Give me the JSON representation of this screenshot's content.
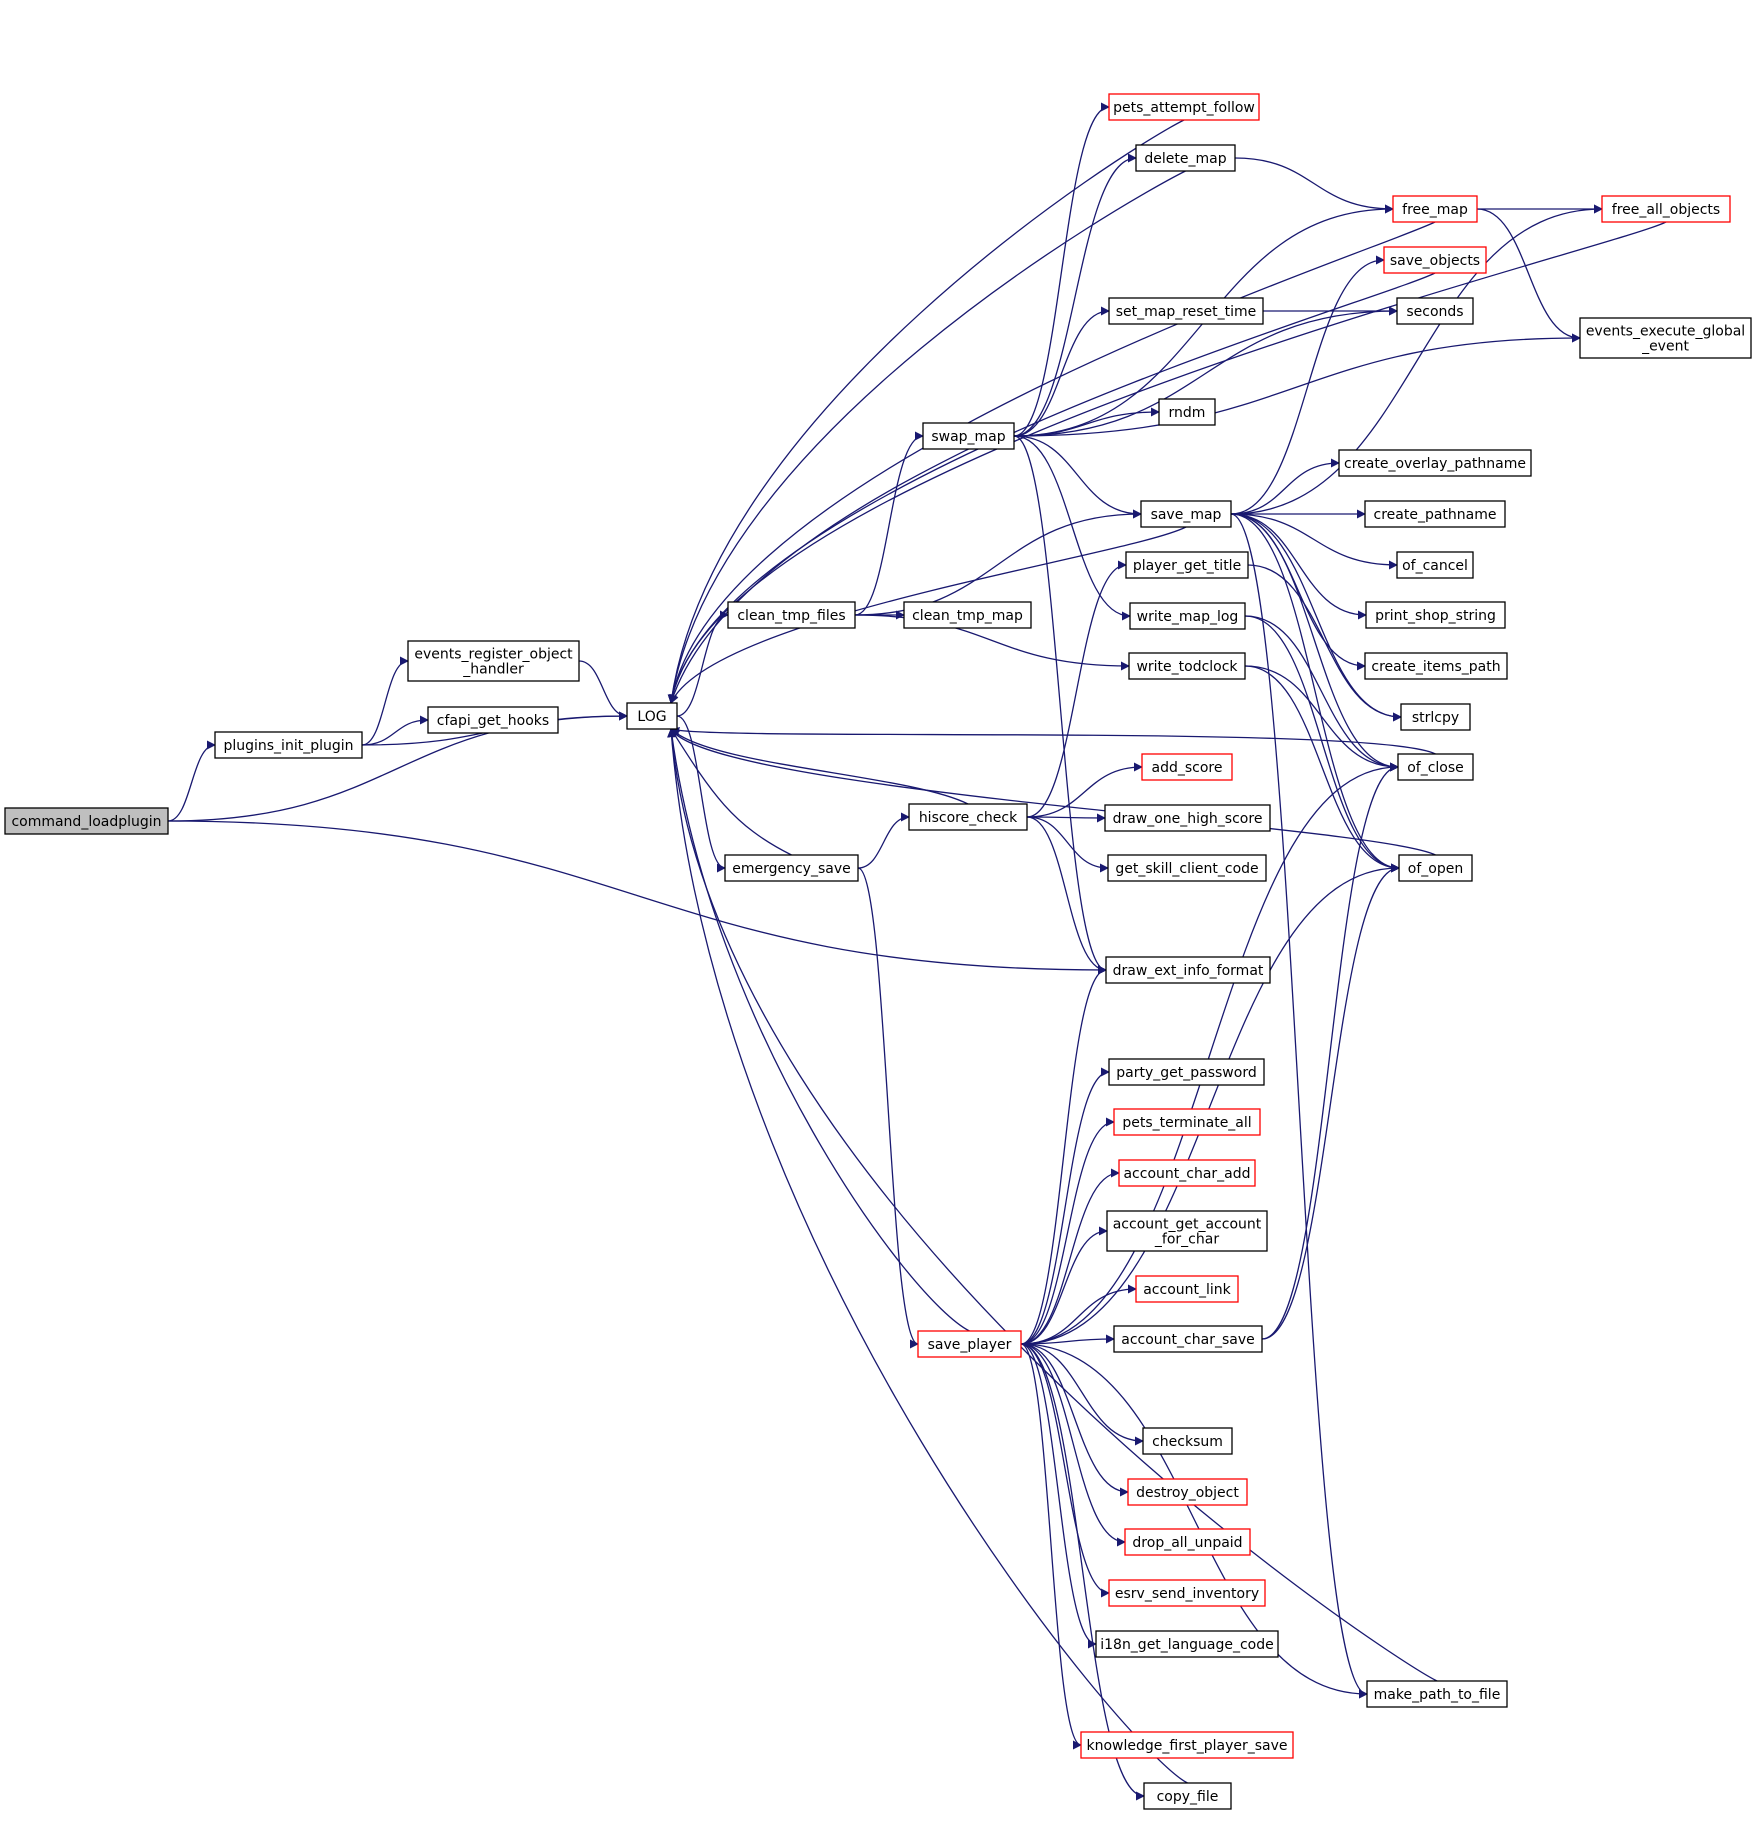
{
  "nodes": [
    {
      "id": "command_loadplugin",
      "lines": [
        "command_loadplugin"
      ],
      "style": "root"
    },
    {
      "id": "plugins_init_plugin",
      "lines": [
        "plugins_init_plugin"
      ],
      "style": "normal"
    },
    {
      "id": "events_register_object_handler",
      "lines": [
        "events_register_object",
        "_handler"
      ],
      "style": "normal"
    },
    {
      "id": "cfapi_get_hooks",
      "lines": [
        "cfapi_get_hooks"
      ],
      "style": "normal"
    },
    {
      "id": "LOG",
      "lines": [
        "LOG"
      ],
      "style": "normal"
    },
    {
      "id": "clean_tmp_files",
      "lines": [
        "clean_tmp_files"
      ],
      "style": "normal"
    },
    {
      "id": "clean_tmp_map",
      "lines": [
        "clean_tmp_map"
      ],
      "style": "normal"
    },
    {
      "id": "swap_map",
      "lines": [
        "swap_map"
      ],
      "style": "normal"
    },
    {
      "id": "emergency_save",
      "lines": [
        "emergency_save"
      ],
      "style": "normal"
    },
    {
      "id": "hiscore_check",
      "lines": [
        "hiscore_check"
      ],
      "style": "normal"
    },
    {
      "id": "save_player",
      "lines": [
        "save_player"
      ],
      "style": "truncated"
    },
    {
      "id": "pets_attempt_follow",
      "lines": [
        "pets_attempt_follow"
      ],
      "style": "truncated"
    },
    {
      "id": "delete_map",
      "lines": [
        "delete_map"
      ],
      "style": "normal"
    },
    {
      "id": "set_map_reset_time",
      "lines": [
        "set_map_reset_time"
      ],
      "style": "normal"
    },
    {
      "id": "rndm",
      "lines": [
        "rndm"
      ],
      "style": "normal"
    },
    {
      "id": "save_map",
      "lines": [
        "save_map"
      ],
      "style": "normal"
    },
    {
      "id": "player_get_title",
      "lines": [
        "player_get_title"
      ],
      "style": "normal"
    },
    {
      "id": "write_map_log",
      "lines": [
        "write_map_log"
      ],
      "style": "normal"
    },
    {
      "id": "write_todclock",
      "lines": [
        "write_todclock"
      ],
      "style": "normal"
    },
    {
      "id": "add_score",
      "lines": [
        "add_score"
      ],
      "style": "truncated"
    },
    {
      "id": "draw_one_high_score",
      "lines": [
        "draw_one_high_score"
      ],
      "style": "normal"
    },
    {
      "id": "get_skill_client_code",
      "lines": [
        "get_skill_client_code"
      ],
      "style": "normal"
    },
    {
      "id": "draw_ext_info_format",
      "lines": [
        "draw_ext_info_format"
      ],
      "style": "normal"
    },
    {
      "id": "party_get_password",
      "lines": [
        "party_get_password"
      ],
      "style": "normal"
    },
    {
      "id": "pets_terminate_all",
      "lines": [
        "pets_terminate_all"
      ],
      "style": "truncated"
    },
    {
      "id": "account_char_add",
      "lines": [
        "account_char_add"
      ],
      "style": "truncated"
    },
    {
      "id": "account_get_account_for_char",
      "lines": [
        "account_get_account",
        "_for_char"
      ],
      "style": "normal"
    },
    {
      "id": "account_link",
      "lines": [
        "account_link"
      ],
      "style": "truncated"
    },
    {
      "id": "account_char_save",
      "lines": [
        "account_char_save"
      ],
      "style": "normal"
    },
    {
      "id": "checksum",
      "lines": [
        "checksum"
      ],
      "style": "normal"
    },
    {
      "id": "destroy_object",
      "lines": [
        "destroy_object"
      ],
      "style": "truncated"
    },
    {
      "id": "drop_all_unpaid",
      "lines": [
        "drop_all_unpaid"
      ],
      "style": "truncated"
    },
    {
      "id": "esrv_send_inventory",
      "lines": [
        "esrv_send_inventory"
      ],
      "style": "truncated"
    },
    {
      "id": "i18n_get_language_code",
      "lines": [
        "i18n_get_language_code"
      ],
      "style": "normal"
    },
    {
      "id": "knowledge_first_player_save",
      "lines": [
        "knowledge_first_player_save"
      ],
      "style": "truncated"
    },
    {
      "id": "copy_file",
      "lines": [
        "copy_file"
      ],
      "style": "normal"
    },
    {
      "id": "free_map",
      "lines": [
        "free_map"
      ],
      "style": "truncated"
    },
    {
      "id": "save_objects",
      "lines": [
        "save_objects"
      ],
      "style": "truncated"
    },
    {
      "id": "seconds",
      "lines": [
        "seconds"
      ],
      "style": "normal"
    },
    {
      "id": "create_overlay_pathname",
      "lines": [
        "create_overlay_pathname"
      ],
      "style": "normal"
    },
    {
      "id": "create_pathname",
      "lines": [
        "create_pathname"
      ],
      "style": "normal"
    },
    {
      "id": "of_cancel",
      "lines": [
        "of_cancel"
      ],
      "style": "normal"
    },
    {
      "id": "print_shop_string",
      "lines": [
        "print_shop_string"
      ],
      "style": "normal"
    },
    {
      "id": "create_items_path",
      "lines": [
        "create_items_path"
      ],
      "style": "normal"
    },
    {
      "id": "strlcpy",
      "lines": [
        "strlcpy"
      ],
      "style": "normal"
    },
    {
      "id": "of_close",
      "lines": [
        "of_close"
      ],
      "style": "normal"
    },
    {
      "id": "of_open",
      "lines": [
        "of_open"
      ],
      "style": "normal"
    },
    {
      "id": "make_path_to_file",
      "lines": [
        "make_path_to_file"
      ],
      "style": "normal"
    },
    {
      "id": "free_all_objects",
      "lines": [
        "free_all_objects"
      ],
      "style": "truncated"
    },
    {
      "id": "events_execute_global_event",
      "lines": [
        "events_execute_global",
        "_event"
      ],
      "style": "normal"
    }
  ],
  "edges": [
    [
      "command_loadplugin",
      "plugins_init_plugin"
    ],
    [
      "command_loadplugin",
      "LOG"
    ],
    [
      "command_loadplugin",
      "draw_ext_info_format"
    ],
    [
      "plugins_init_plugin",
      "events_register_object_handler"
    ],
    [
      "plugins_init_plugin",
      "cfapi_get_hooks"
    ],
    [
      "plugins_init_plugin",
      "LOG"
    ],
    [
      "events_register_object_handler",
      "LOG"
    ],
    [
      "LOG",
      "clean_tmp_files"
    ],
    [
      "LOG",
      "emergency_save"
    ],
    [
      "clean_tmp_files",
      "swap_map"
    ],
    [
      "clean_tmp_files",
      "clean_tmp_map"
    ],
    [
      "clean_tmp_files",
      "save_map"
    ],
    [
      "clean_tmp_files",
      "write_todclock"
    ],
    [
      "swap_map",
      "LOG"
    ],
    [
      "swap_map",
      "pets_attempt_follow"
    ],
    [
      "swap_map",
      "delete_map"
    ],
    [
      "swap_map",
      "free_map"
    ],
    [
      "swap_map",
      "set_map_reset_time"
    ],
    [
      "swap_map",
      "seconds"
    ],
    [
      "swap_map",
      "rndm"
    ],
    [
      "swap_map",
      "events_execute_global_event"
    ],
    [
      "swap_map",
      "save_map"
    ],
    [
      "swap_map",
      "write_map_log"
    ],
    [
      "swap_map",
      "draw_ext_info_format"
    ],
    [
      "pets_attempt_follow",
      "LOG"
    ],
    [
      "delete_map",
      "LOG"
    ],
    [
      "delete_map",
      "free_map"
    ],
    [
      "free_map",
      "LOG"
    ],
    [
      "free_map",
      "free_all_objects"
    ],
    [
      "free_map",
      "events_execute_global_event"
    ],
    [
      "free_all_objects",
      "LOG"
    ],
    [
      "save_objects",
      "LOG"
    ],
    [
      "set_map_reset_time",
      "seconds"
    ],
    [
      "save_map",
      "LOG"
    ],
    [
      "save_map",
      "save_objects"
    ],
    [
      "save_map",
      "free_all_objects"
    ],
    [
      "save_map",
      "create_overlay_pathname"
    ],
    [
      "save_map",
      "create_pathname"
    ],
    [
      "save_map",
      "of_cancel"
    ],
    [
      "save_map",
      "print_shop_string"
    ],
    [
      "save_map",
      "create_items_path"
    ],
    [
      "save_map",
      "strlcpy"
    ],
    [
      "save_map",
      "of_close"
    ],
    [
      "save_map",
      "of_open"
    ],
    [
      "save_map",
      "make_path_to_file"
    ],
    [
      "player_get_title",
      "strlcpy"
    ],
    [
      "write_map_log",
      "of_close"
    ],
    [
      "write_map_log",
      "of_open"
    ],
    [
      "write_todclock",
      "of_close"
    ],
    [
      "write_todclock",
      "of_open"
    ],
    [
      "of_close",
      "LOG"
    ],
    [
      "of_open",
      "LOG"
    ],
    [
      "emergency_save",
      "hiscore_check"
    ],
    [
      "emergency_save",
      "LOG"
    ],
    [
      "emergency_save",
      "save_player"
    ],
    [
      "hiscore_check",
      "LOG"
    ],
    [
      "hiscore_check",
      "player_get_title"
    ],
    [
      "hiscore_check",
      "add_score"
    ],
    [
      "hiscore_check",
      "draw_one_high_score"
    ],
    [
      "hiscore_check",
      "get_skill_client_code"
    ],
    [
      "hiscore_check",
      "draw_ext_info_format"
    ],
    [
      "save_player",
      "LOG"
    ],
    [
      "save_player",
      "draw_ext_info_format"
    ],
    [
      "save_player",
      "of_close"
    ],
    [
      "save_player",
      "party_get_password"
    ],
    [
      "save_player",
      "pets_terminate_all"
    ],
    [
      "save_player",
      "account_char_add"
    ],
    [
      "save_player",
      "account_get_account_for_char"
    ],
    [
      "save_player",
      "account_link"
    ],
    [
      "save_player",
      "account_char_save"
    ],
    [
      "save_player",
      "of_open"
    ],
    [
      "save_player",
      "checksum"
    ],
    [
      "save_player",
      "destroy_object"
    ],
    [
      "save_player",
      "drop_all_unpaid"
    ],
    [
      "save_player",
      "esrv_send_inventory"
    ],
    [
      "save_player",
      "i18n_get_language_code"
    ],
    [
      "save_player",
      "make_path_to_file"
    ],
    [
      "save_player",
      "knowledge_first_player_save"
    ],
    [
      "save_player",
      "copy_file"
    ],
    [
      "account_char_save",
      "of_close"
    ],
    [
      "account_char_save",
      "of_open"
    ],
    [
      "make_path_to_file",
      "LOG"
    ],
    [
      "copy_file",
      "LOG"
    ]
  ],
  "colors": {
    "edge": "#191970",
    "node_border": "#000000",
    "truncated_border": "#ff0000",
    "root_fill": "#bfbfbf",
    "node_fill": "#ffffff",
    "text": "#000000"
  }
}
